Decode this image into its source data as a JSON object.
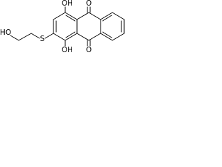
{
  "molecule": {
    "atoms": {
      "ho_terminal": "HO",
      "sulfur": "S",
      "oh_top": "OH",
      "oh_bottom": "OH",
      "o_top": "O",
      "o_bottom": "O"
    }
  }
}
